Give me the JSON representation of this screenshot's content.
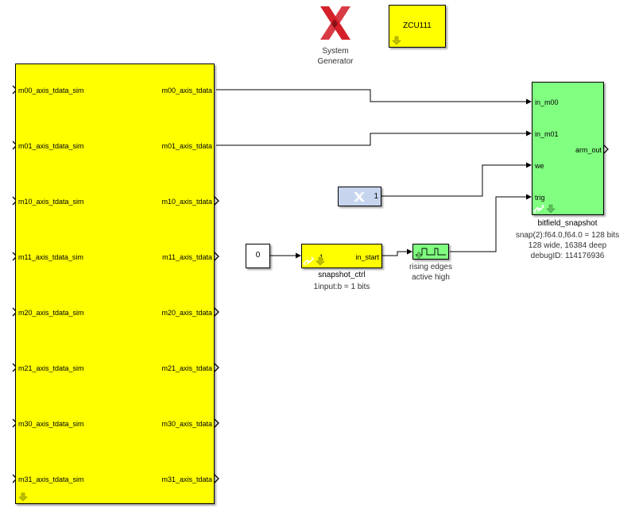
{
  "logo": {
    "name": "xilinx-logo",
    "caption_line1": "System",
    "caption_line2": "Generator"
  },
  "platform_block": {
    "label": "ZCU111"
  },
  "big_block": {
    "inputs": [
      "m00_axis_tdata_sim",
      "m01_axis_tdata_sim",
      "m10_axis_tdata_sim",
      "m11_axis_tdata_sim",
      "m20_axis_tdata_sim",
      "m21_axis_tdata_sim",
      "m30_axis_tdata_sim",
      "m31_axis_tdata_sim"
    ],
    "outputs": [
      "m00_axis_tdata",
      "m01_axis_tdata",
      "m10_axis_tdata",
      "m11_axis_tdata",
      "m20_axis_tdata",
      "m21_axis_tdata",
      "m30_axis_tdata",
      "m31_axis_tdata"
    ]
  },
  "snapshot": {
    "name": "bitfield_snapshot",
    "ports_in": [
      "in_m00",
      "in_m01",
      "we",
      "trig"
    ],
    "port_out": "arm_out",
    "info_line1": "snap(2):f64.0,f64.0 = 128 bits",
    "info_line2": "128 wide, 16384 deep",
    "info_line3": "debugID: 114176936"
  },
  "const_xilinx": {
    "value": "1"
  },
  "const_zero": {
    "value": "0"
  },
  "snapshot_ctrl": {
    "name": "snapshot_ctrl",
    "port_in": "1",
    "port_out": "in_start",
    "info": "1input:b = 1 bits"
  },
  "edge_detect": {
    "caption_line1": "rising edges",
    "caption_line2": "active high"
  },
  "colors": {
    "yellow": "#ffff00",
    "green": "#80ff80",
    "const_blue": "#c6d4ee",
    "logo_red": "#d4202a"
  }
}
